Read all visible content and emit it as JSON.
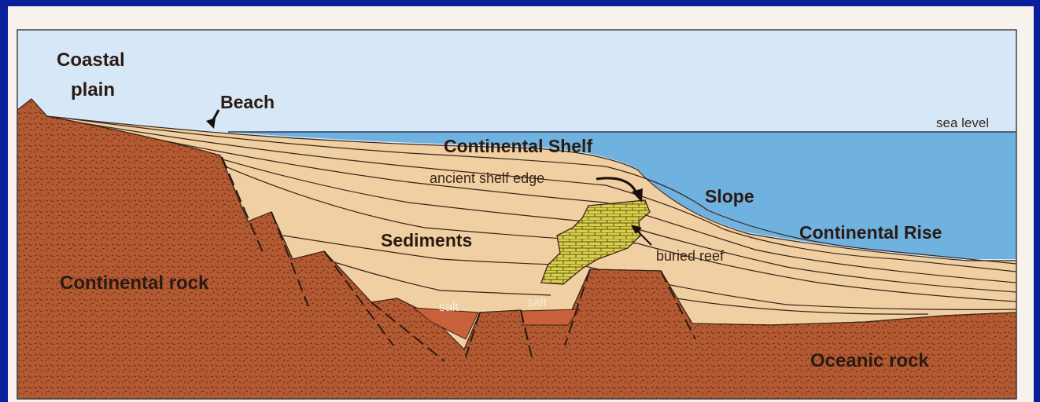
{
  "diagram": {
    "labels": {
      "coastal_plain_line1": "Coastal",
      "coastal_plain_line2": "plain",
      "beach": "Beach",
      "sea_level": "sea level",
      "continental_shelf": "Continental Shelf",
      "ancient_shelf_edge": "ancient shelf edge",
      "slope": "Slope",
      "continental_rise": "Continental Rise",
      "sediments": "Sediments",
      "buried_reef": "buried reef",
      "continental_rock": "Continental rock",
      "salt_left": "salt",
      "salt_right": "salt",
      "oceanic_rock": "Oceanic rock"
    },
    "colors": {
      "frame": "#0a1f9c",
      "paper": "#f7f3ec",
      "sky": "#d6e8f7",
      "sea": "#6fb2df",
      "sediment": "#f0cfa2",
      "rock": "#b35a33",
      "salt": "#c8603a",
      "reef": "#d9cf4a"
    }
  }
}
